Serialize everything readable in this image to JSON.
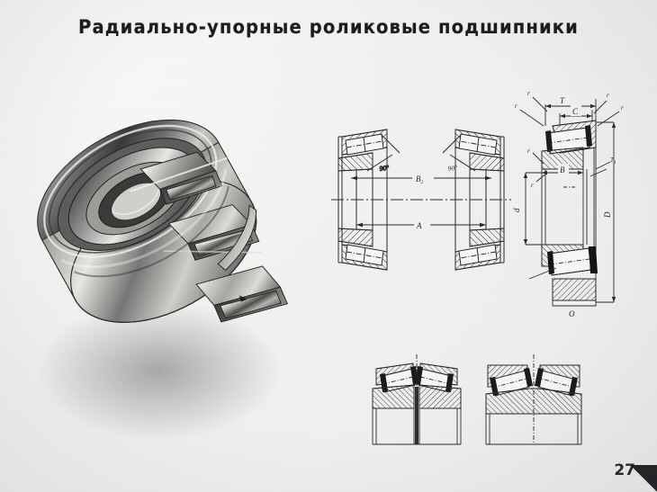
{
  "page": {
    "title": "Радиально-упорные роликовые подшипники",
    "number": "27",
    "paper_color": "#f1f1ef",
    "ink_color": "#262626"
  },
  "photo": {
    "caption": "",
    "name": "tapered-roller-bearing-photograph",
    "description": "Cutaway photograph of a tapered roller bearing"
  },
  "figures": [
    {
      "id": "fig-pair-contact-angle",
      "name": "contact-angle-pair-diagram",
      "labels": {
        "angle_left": "90°",
        "angle_right": "90°",
        "dim_b2": "B",
        "dim_b2_sub": "2",
        "dim_a": "A"
      }
    },
    {
      "id": "fig-dimensioned",
      "name": "dimensioned-bearing-section",
      "labels": {
        "t": "T",
        "c": "C",
        "b": "B",
        "d_small": "d",
        "d_big": "D",
        "t1": "T",
        "t1_sub": "1",
        "r1": "r",
        "r2": "r",
        "r3": "r",
        "r4": "r",
        "r5": "r",
        "r6": "r",
        "o": "O"
      }
    },
    {
      "id": "fig-double-row-split",
      "name": "double-row-split-inner-ring-section",
      "labels": {}
    },
    {
      "id": "fig-double-row-solid",
      "name": "double-row-solid-inner-ring-section",
      "labels": {}
    }
  ]
}
